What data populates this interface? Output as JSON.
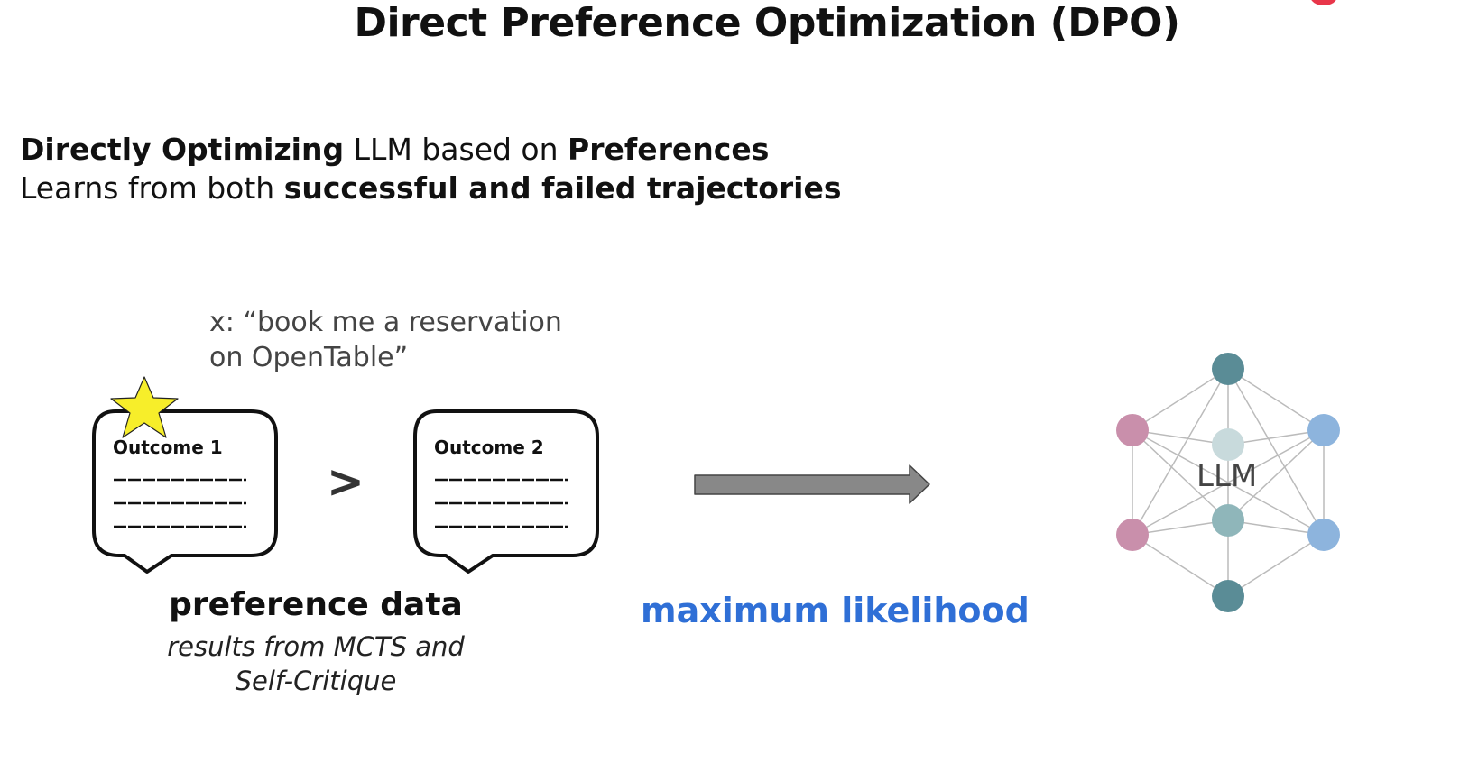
{
  "title": "Direct Preference Optimization (DPO)",
  "line1": {
    "bold1": "Directly Optimizing",
    "text1": " LLM based on ",
    "bold2": "Preferences"
  },
  "line2": {
    "text1": "Learns from both ",
    "bold1": "successful and failed trajectories"
  },
  "prompt": "x: “book me a reservation\non OpenTable”",
  "outcome1": {
    "label": "Outcome 1"
  },
  "outcome2": {
    "label": "Outcome 2"
  },
  "comparison": ">",
  "preference": {
    "title": "preference data",
    "subtitle": "results from MCTS and\nSelf-Critique"
  },
  "method": "maximum likelihood",
  "llm_label": "LLM",
  "colors": {
    "accent_blue": "#2f6fd6",
    "star": "#f7ee2a",
    "arrow": "#888888",
    "node_teal": "#5a8c96",
    "node_pink": "#c98fab",
    "node_blue": "#8db4dd",
    "node_light": "#c8dadc"
  }
}
